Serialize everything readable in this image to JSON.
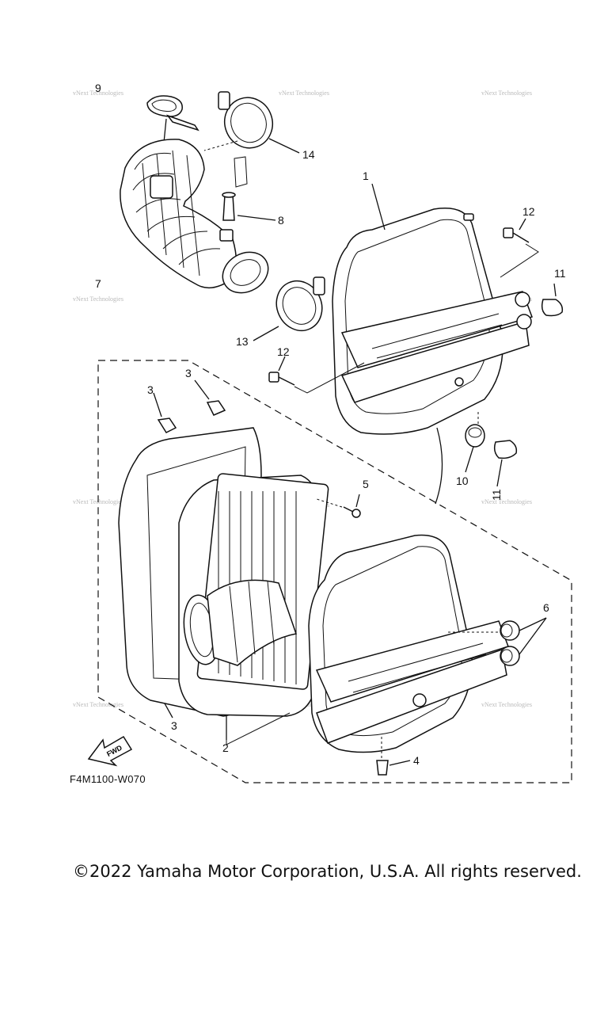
{
  "diagram": {
    "code": "F4M1100-W070",
    "fwd_label": "FWD",
    "watermark": "vNext Technologies",
    "callouts": {
      "c1": "1",
      "c2": "2",
      "c3a": "3",
      "c3b": "3",
      "c3c": "3",
      "c4": "4",
      "c5": "5",
      "c6": "6",
      "c7": "7",
      "c8": "8",
      "c9": "9",
      "c10": "10",
      "c11a": "11",
      "c11b": "11",
      "c12a": "12",
      "c12b": "12",
      "c13": "13",
      "c14": "14"
    }
  },
  "footer": {
    "copyright": "©2022 Yamaha Motor Corporation, U.S.A. All rights reserved."
  }
}
